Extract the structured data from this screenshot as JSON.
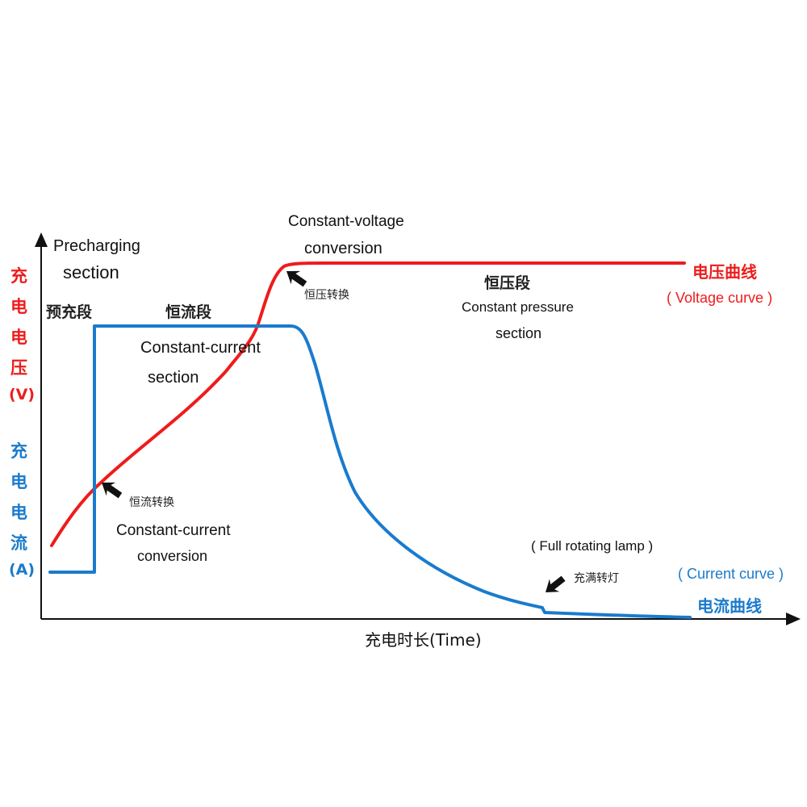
{
  "y_label_voltage": {
    "chars": [
      "充",
      "电",
      "电",
      "压"
    ],
    "unit": "(V)"
  },
  "y_label_current": {
    "chars": [
      "充",
      "电",
      "电",
      "流"
    ],
    "unit": "(A)"
  },
  "x_label": "充电时长(Time)",
  "labels": {
    "precharging_en_1": "Precharging",
    "precharging_en_2": "section",
    "precharging_cn": "预充段",
    "cc_section_cn": "恒流段",
    "cc_section_en_1": "Constant-current",
    "cc_section_en_2": "section",
    "cv_conversion_en_1": "Constant-voltage",
    "cv_conversion_en_2": "conversion",
    "cv_conversion_cn": "恒压转换",
    "cv_section_cn": "恒压段",
    "cv_section_en_1": "Constant pressure",
    "cv_section_en_2": "section",
    "cc_conversion_cn": "恒流转换",
    "cc_conversion_en_1": "Constant-current",
    "cc_conversion_en_2": "conversion",
    "full_lamp_en": "( Full rotating lamp )",
    "full_lamp_cn": "充满转灯",
    "voltage_curve_cn": "电压曲线",
    "voltage_curve_en": "( Voltage curve )",
    "current_curve_en": "( Current curve )",
    "current_curve_cn": "电流曲线"
  },
  "colors": {
    "voltage": "#ee1c1c",
    "current": "#1a7bcc",
    "axis": "#111111",
    "arrow": "#111111"
  },
  "icons": [
    "arrow-pointer-icon"
  ]
}
